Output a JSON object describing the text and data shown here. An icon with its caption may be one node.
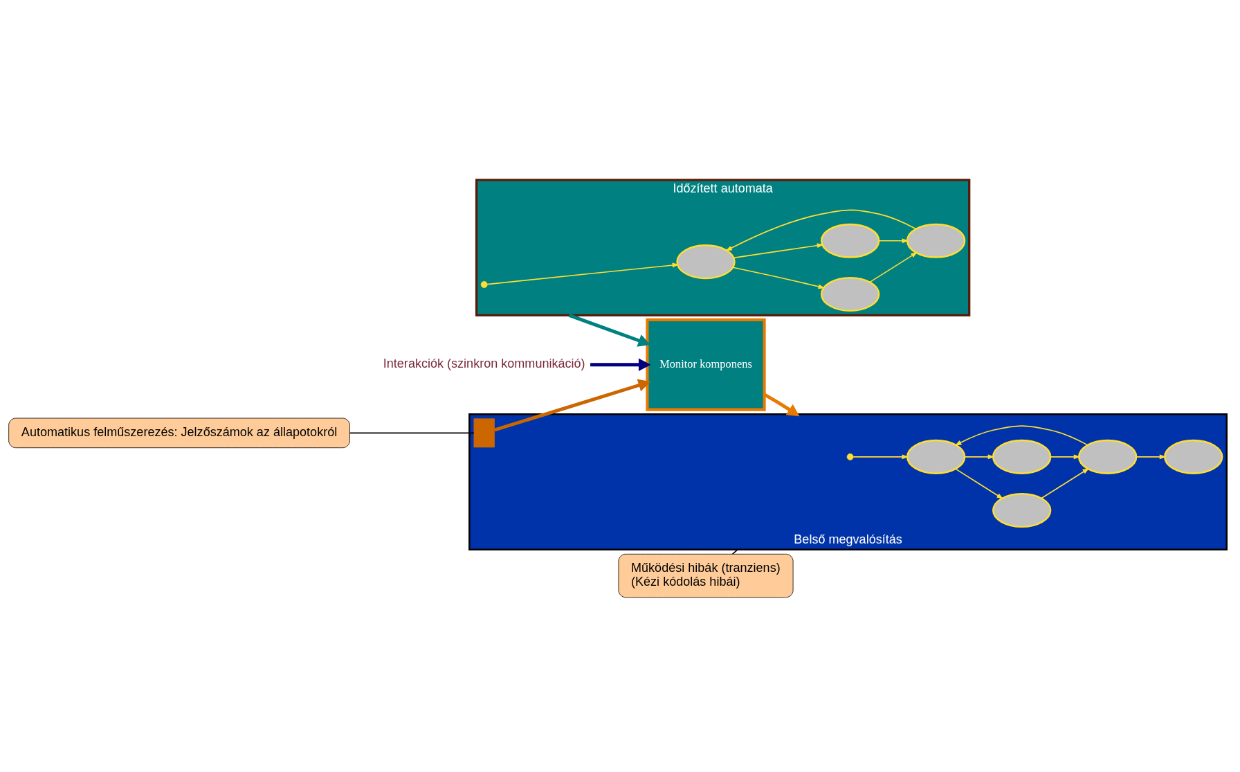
{
  "diagram": {
    "nodes": [
      {
        "text": [
          "Időzített automata"
        ]
      },
      {
        "text": [],
        "shape": "circle",
        "in": 0
      },
      {
        "text": [],
        "shape": "ellipse",
        "in": 0
      },
      {
        "text": [],
        "shape": "ellipse",
        "in": 0
      },
      {
        "text": [],
        "shape": "ellipse",
        "in": 0
      },
      {
        "text": [],
        "shape": "ellipse",
        "in": 0
      },
      {
        "text": [
          "Monitor komponens"
        ]
      },
      {
        "text": [
          "Interakciók (szinkron kommunikáció)"
        ]
      },
      {
        "text": [
          "Belső megvalósítás"
        ]
      },
      {
        "text": [],
        "shape": "circle",
        "in": 8
      },
      {
        "text": [],
        "shape": "ellipse",
        "in": 8
      },
      {
        "text": [],
        "shape": "ellipse",
        "in": 8
      },
      {
        "text": [],
        "shape": "ellipse",
        "in": 8
      },
      {
        "text": [],
        "shape": "ellipse",
        "in": 8
      },
      {
        "text": [],
        "shape": "ellipse",
        "in": 8
      },
      {
        "text": [],
        "shape": "box",
        "in": 8
      },
      {
        "text": [
          "Működési hibák (tranziens)",
          "(Kézi kódolás hibái)"
        ]
      },
      {
        "text": [
          "Automatikus felműszerezés: Jelzőszámok az állapotokról"
        ]
      }
    ],
    "edges": [
      {
        "from": 1,
        "to": 2,
        "arrow": "to"
      },
      {
        "from": 2,
        "to": 3,
        "arrow": "to"
      },
      {
        "from": 2,
        "to": 4,
        "arrow": "to"
      },
      {
        "from": 3,
        "to": 5,
        "arrow": "to"
      },
      {
        "from": 4,
        "to": 5,
        "arrow": "to"
      },
      {
        "from": 5,
        "to": 2,
        "arrow": "to"
      },
      {
        "from": 0,
        "to": 6,
        "arrow": "to",
        "style": "thick",
        "color": "#008080"
      },
      {
        "from": 7,
        "to": 6,
        "arrow": "to",
        "style": "thick",
        "color": "#000080"
      },
      {
        "from": 6,
        "to": 8,
        "arrow": "to",
        "style": "thick",
        "color": "#e87a00"
      },
      {
        "from": 15,
        "to": 6,
        "arrow": "to",
        "style": "thick",
        "color": "#cc6600"
      },
      {
        "from": 9,
        "to": 10,
        "arrow": "to"
      },
      {
        "from": 10,
        "to": 11,
        "arrow": "to"
      },
      {
        "from": 10,
        "to": 12,
        "arrow": "to"
      },
      {
        "from": 11,
        "to": 13,
        "arrow": "to"
      },
      {
        "from": 12,
        "to": 13,
        "arrow": "to"
      },
      {
        "from": 13,
        "to": 10,
        "arrow": "to"
      },
      {
        "from": 13,
        "to": 14,
        "arrow": "to"
      },
      {
        "from": 16,
        "to": 8,
        "arrow": "none",
        "color": "#000000"
      },
      {
        "from": 17,
        "to": 15,
        "arrow": "none",
        "color": "#000000"
      }
    ]
  }
}
